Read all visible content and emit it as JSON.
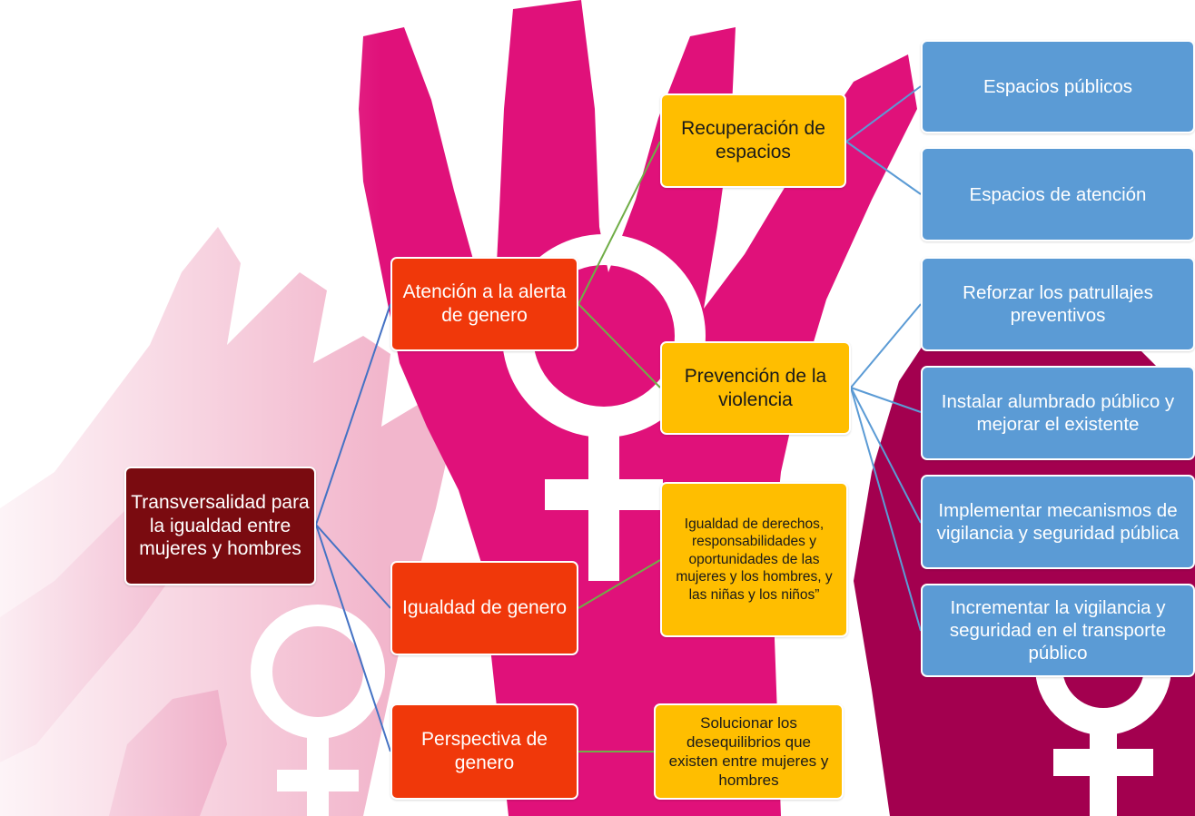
{
  "root": {
    "label": "Transversalidad para la igualdad entre mujeres y hombres"
  },
  "branches": [
    {
      "label": "Atención a la alerta de genero",
      "children": [
        {
          "label": "Recuperación de espacios",
          "children": [
            "Espacios públicos",
            "Espacios de atención"
          ]
        },
        {
          "label": "Prevención de la violencia",
          "children": [
            "Reforzar los patrullajes preventivos",
            "Instalar alumbrado público y mejorar el existente",
            "Implementar mecanismos de vigilancia y seguridad pública",
            "Incrementar la vigilancia y seguridad en el transporte público"
          ]
        }
      ]
    },
    {
      "label": "Igualdad de genero",
      "children": [
        {
          "label": "Igualdad de derechos, responsabilidades y oportunidades de las mujeres y los hombres, y las niñas y los niños”"
        }
      ]
    },
    {
      "label": "Perspectiva de genero",
      "children": [
        {
          "label": "Solucionar los desequilibrios que existen entre mujeres y hombres"
        }
      ]
    }
  ],
  "colors": {
    "root": "#7a0b10",
    "level1": "#f0380a",
    "level2": "#ffbe00",
    "level3": "#5b9bd5",
    "link_blue": "#4472c4",
    "link_green": "#70ad47",
    "link_lightblue": "#5b9bd5"
  }
}
